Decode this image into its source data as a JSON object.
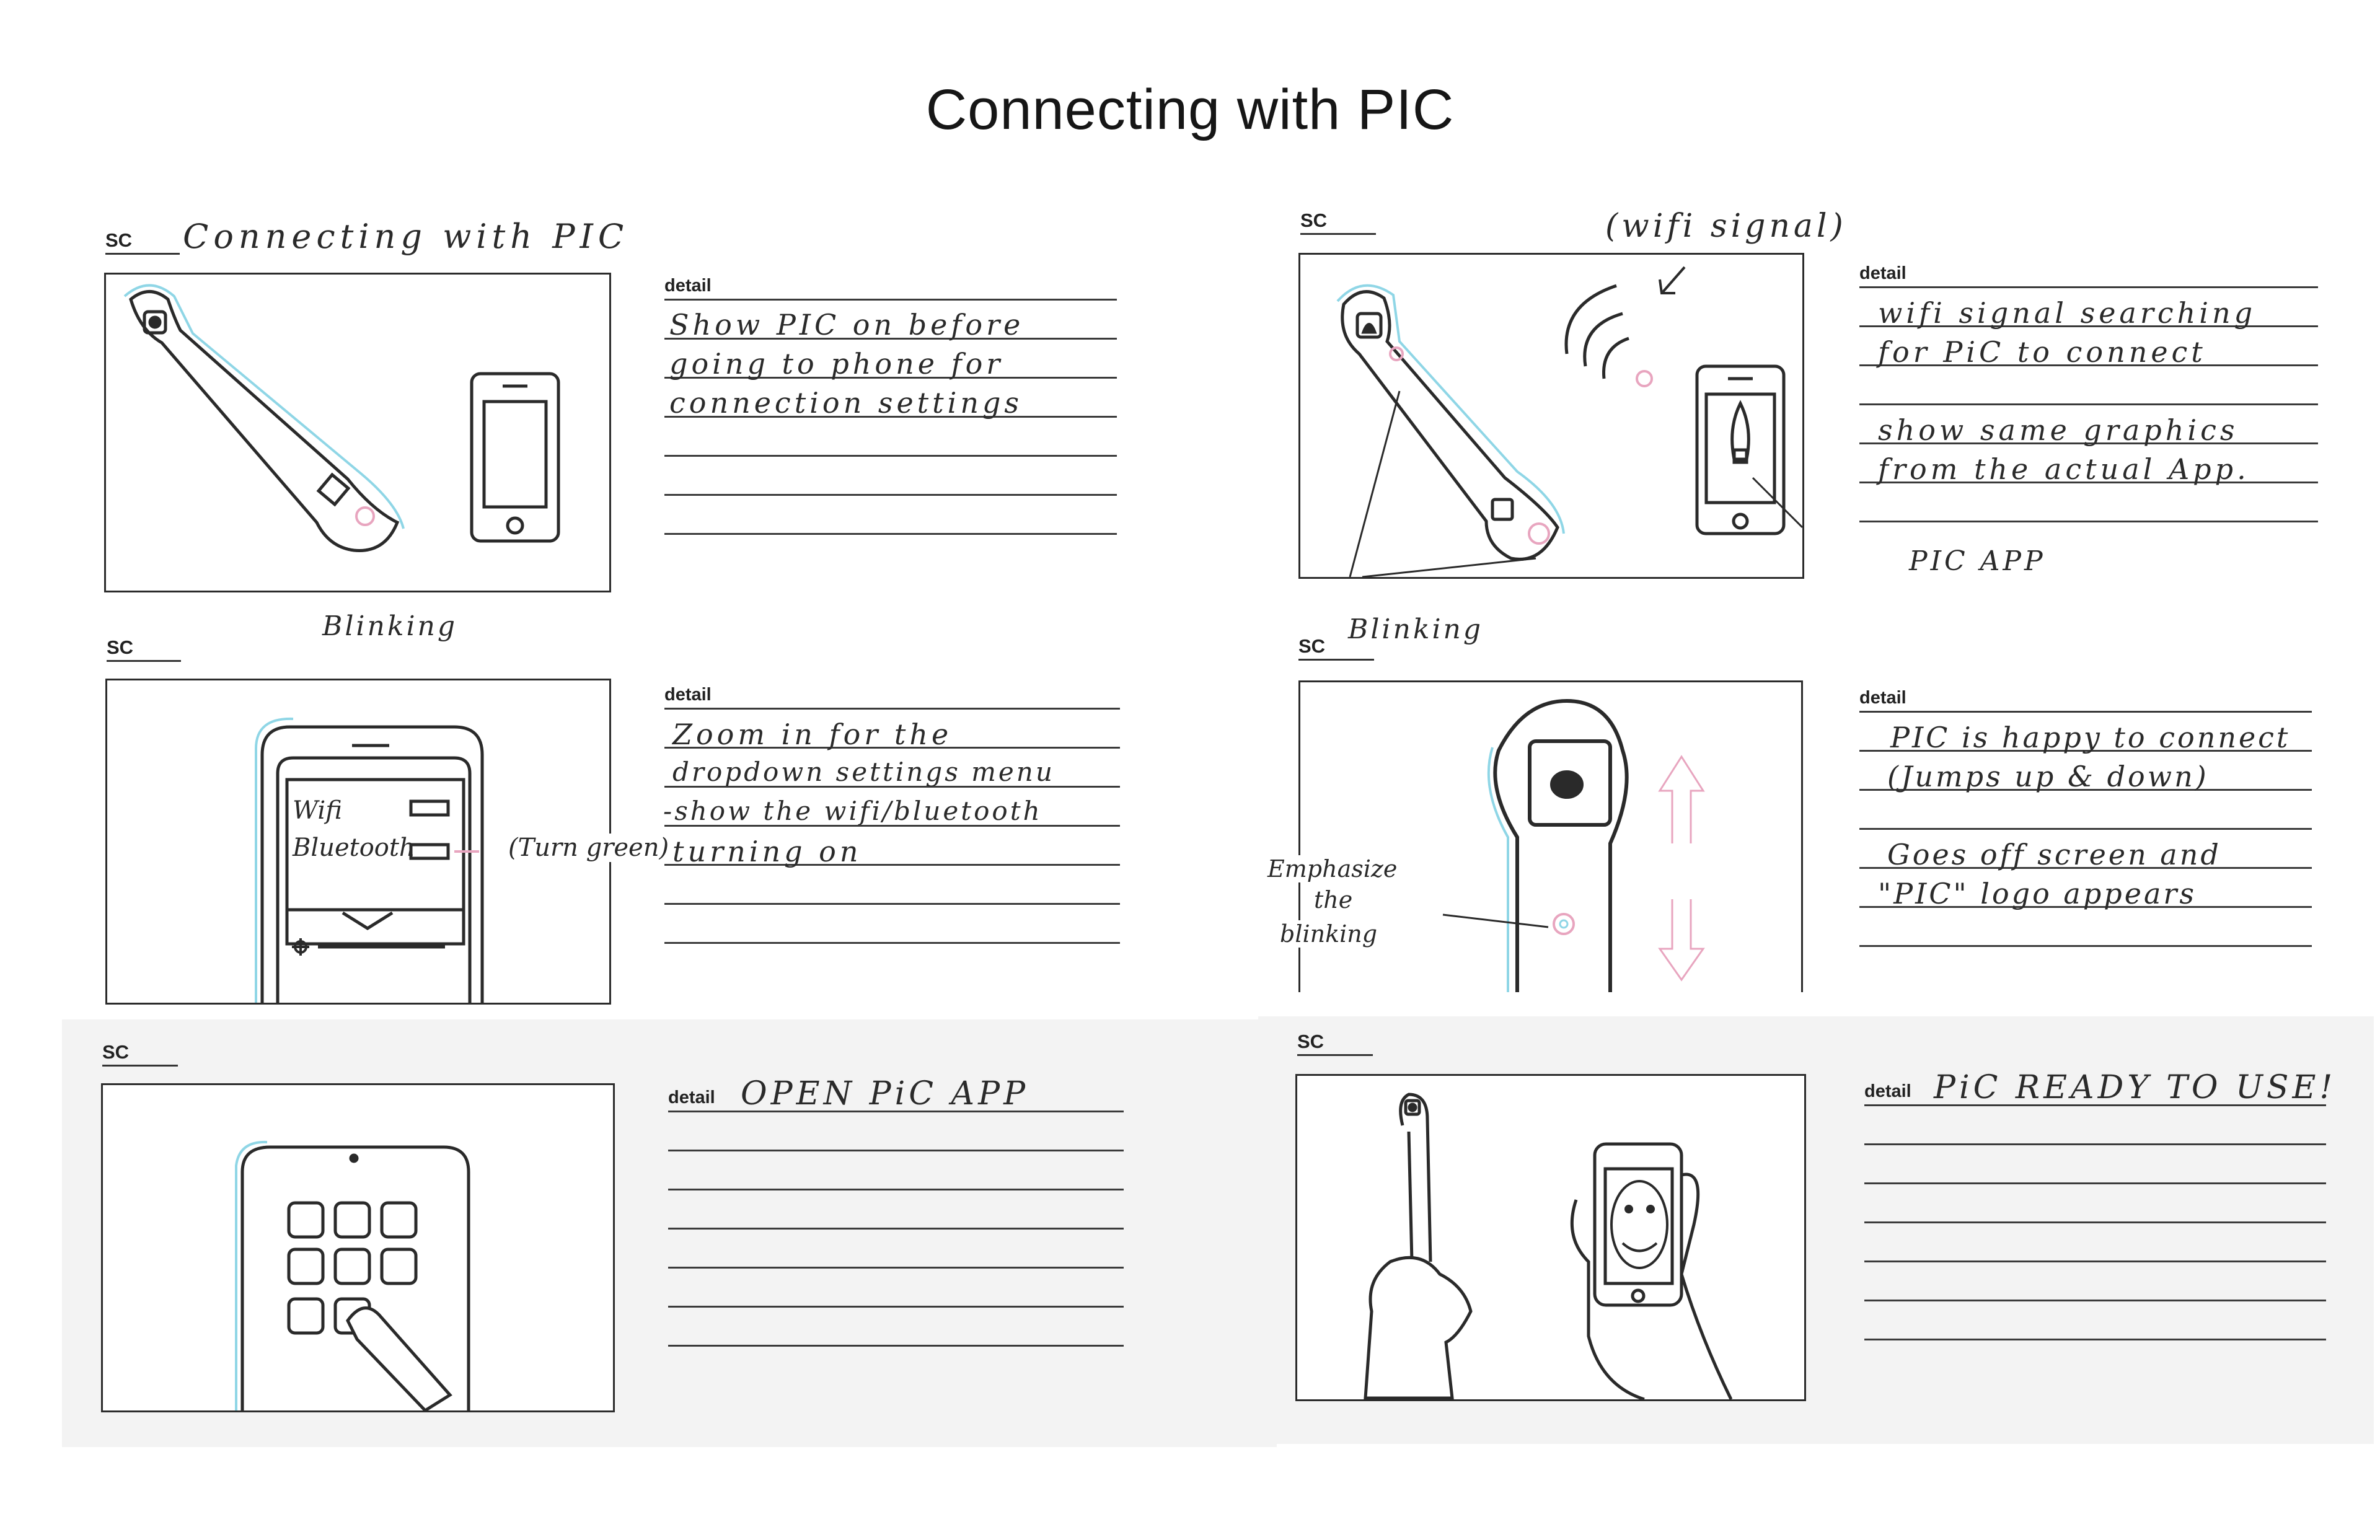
{
  "page": {
    "title": "Connecting with PIC"
  },
  "panels": [
    {
      "sc": "SC",
      "scene_title": "Connecting with PIC",
      "detail_label": "detail",
      "notes": [
        "Show PIC on before",
        "going to phone for",
        "connection settings"
      ],
      "annotations": [
        "Blinking"
      ]
    },
    {
      "sc": "SC",
      "scene_title": "",
      "detail_label": "detail",
      "notes": [
        "wifi signal searching",
        "for PiC to connect",
        "show same graphics",
        "from the actual App."
      ],
      "annotations": [
        "(wifi signal)",
        "PIC APP",
        "Blinking"
      ]
    },
    {
      "sc": "SC",
      "scene_title": "",
      "detail_label": "detail",
      "notes": [
        "Zoom in for the",
        "dropdown settings menu",
        "-show the wifi/bluetooth",
        "turning on"
      ],
      "annotations": [
        "(Turn green)"
      ],
      "phone_labels": [
        "Wifi",
        "Bluetooth"
      ]
    },
    {
      "sc": "SC",
      "scene_title": "",
      "detail_label": "detail",
      "notes": [
        "PIC is happy to connect",
        "(Jumps up & down)",
        "Goes off screen and",
        "\"PIC\" logo appears"
      ],
      "annotations": [
        "Emphasize",
        "the",
        "blinking"
      ]
    },
    {
      "sc": "SC",
      "scene_title": "",
      "detail_label": "detail",
      "notes": [
        "OPEN PiC APP"
      ],
      "annotations": []
    },
    {
      "sc": "SC",
      "scene_title": "",
      "detail_label": "detail",
      "notes": [
        "PiC READY TO USE!"
      ],
      "annotations": []
    }
  ],
  "colors": {
    "ink": "#2a2a2a",
    "cyan": "#8fd6e6",
    "pink": "#e8a5bf"
  },
  "icons": [
    "pic-device-icon",
    "phone-icon",
    "wifi-signal-icon",
    "arrow-icon",
    "hand-icon",
    "smiley-icon",
    "settings-icon"
  ]
}
